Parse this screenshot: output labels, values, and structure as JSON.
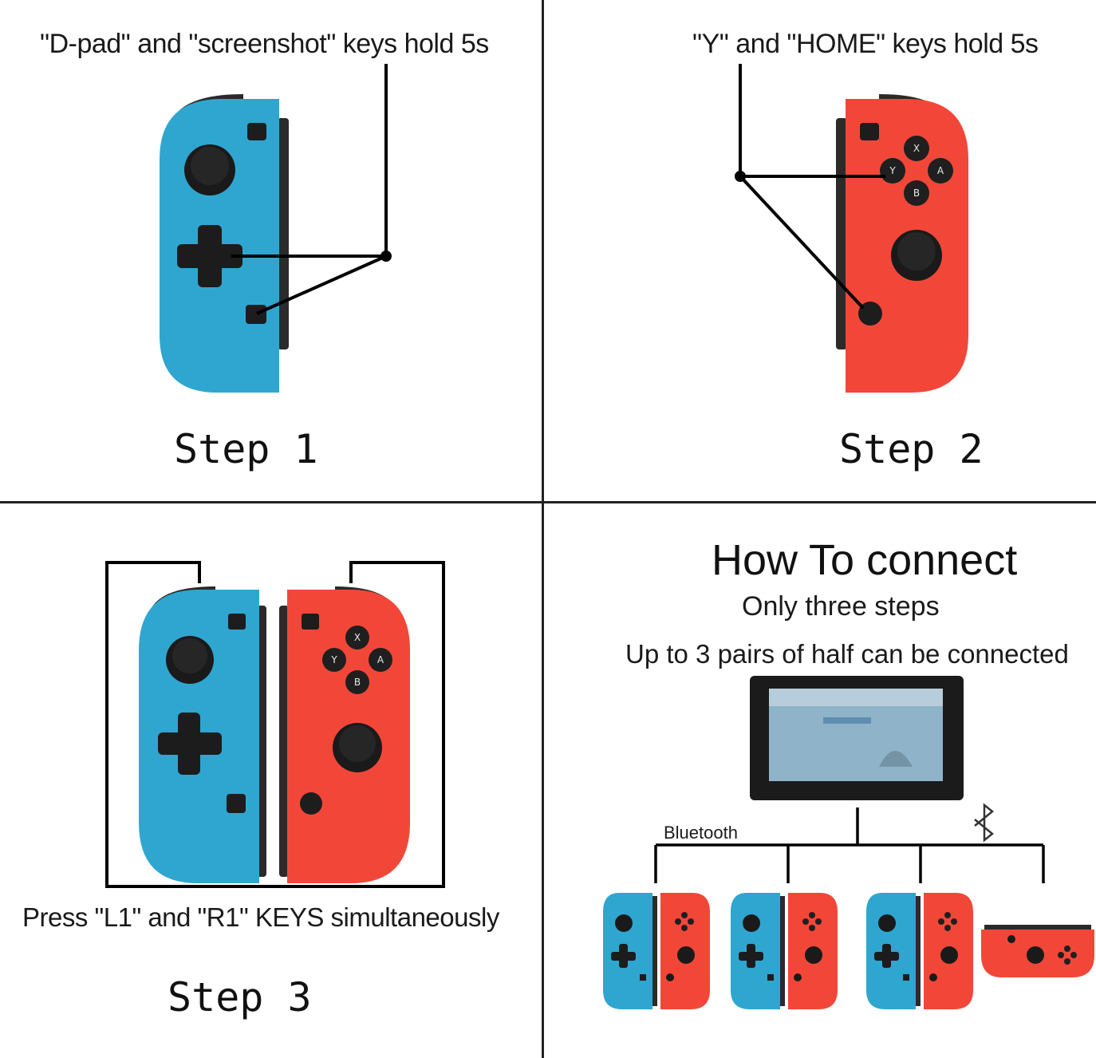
{
  "step1": {
    "caption": "\"D-pad\" and \"screenshot\" keys hold 5s",
    "label": "Step 1"
  },
  "step2": {
    "caption": "\"Y\" and \"HOME\" keys hold 5s",
    "label": "Step 2"
  },
  "step3": {
    "caption": "Press \"L1\" and \"R1\" KEYS simultaneously",
    "label": "Step 3"
  },
  "connect": {
    "title": "How To connect",
    "subtitle": "Only three steps",
    "note": "Up to 3 pairs of half can be connected",
    "bluetooth_label": "Bluetooth"
  },
  "buttons": {
    "x": "X",
    "y": "Y",
    "a": "A",
    "b": "B"
  },
  "colors": {
    "left_joycon": "#2fa6cf",
    "right_joycon": "#f24738",
    "line": "#000000"
  },
  "icons": [
    "bluetooth-icon",
    "console-screen"
  ]
}
